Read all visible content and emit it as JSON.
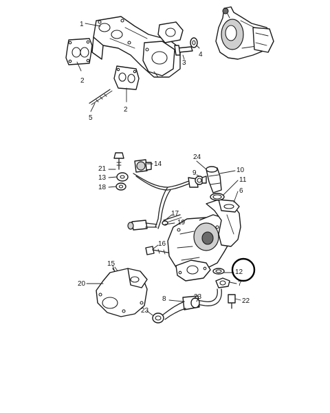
{
  "labels": {
    "l1": "1",
    "l2a": "2",
    "l2b": "2",
    "l3": "3",
    "l4": "4",
    "l5": "5",
    "l6": "6",
    "l7": "7",
    "l8": "8",
    "l9": "9",
    "l10": "10",
    "l11": "11",
    "l12": "12",
    "l13": "13",
    "l14": "14",
    "l15": "15",
    "l16": "16",
    "l17": "17",
    "l18": "18",
    "l19": "19",
    "l20": "20",
    "l21": "21",
    "l22": "22",
    "l23a": "23",
    "l23b": "23",
    "l24": "24"
  },
  "highlight": {
    "label": "12"
  }
}
